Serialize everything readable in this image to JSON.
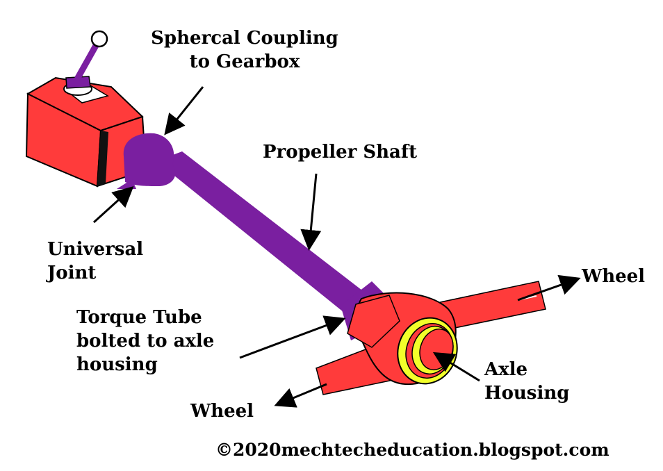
{
  "labels": {
    "spherical_coupling": [
      "Sphercal Coupling",
      "to Gearbox"
    ],
    "propeller_shaft": "Propeller Shaft",
    "universal_joint": [
      "Universal",
      "Joint"
    ],
    "torque_tube": [
      "Torque Tube",
      "bolted to axle",
      "housing"
    ],
    "axle_housing": [
      "Axle",
      "Housing"
    ],
    "wheel_right": "Wheel",
    "wheel_left": "Wheel"
  },
  "copyright": "©2020mechtecheducation.blogspot.com",
  "colors": {
    "gearbox": "#ff3b3b",
    "gearbox_edge": "#000000",
    "shaft": "#7a1fa0",
    "axle": "#ff3b3b",
    "ring": "#f2ff2a",
    "outline": "#000000"
  }
}
